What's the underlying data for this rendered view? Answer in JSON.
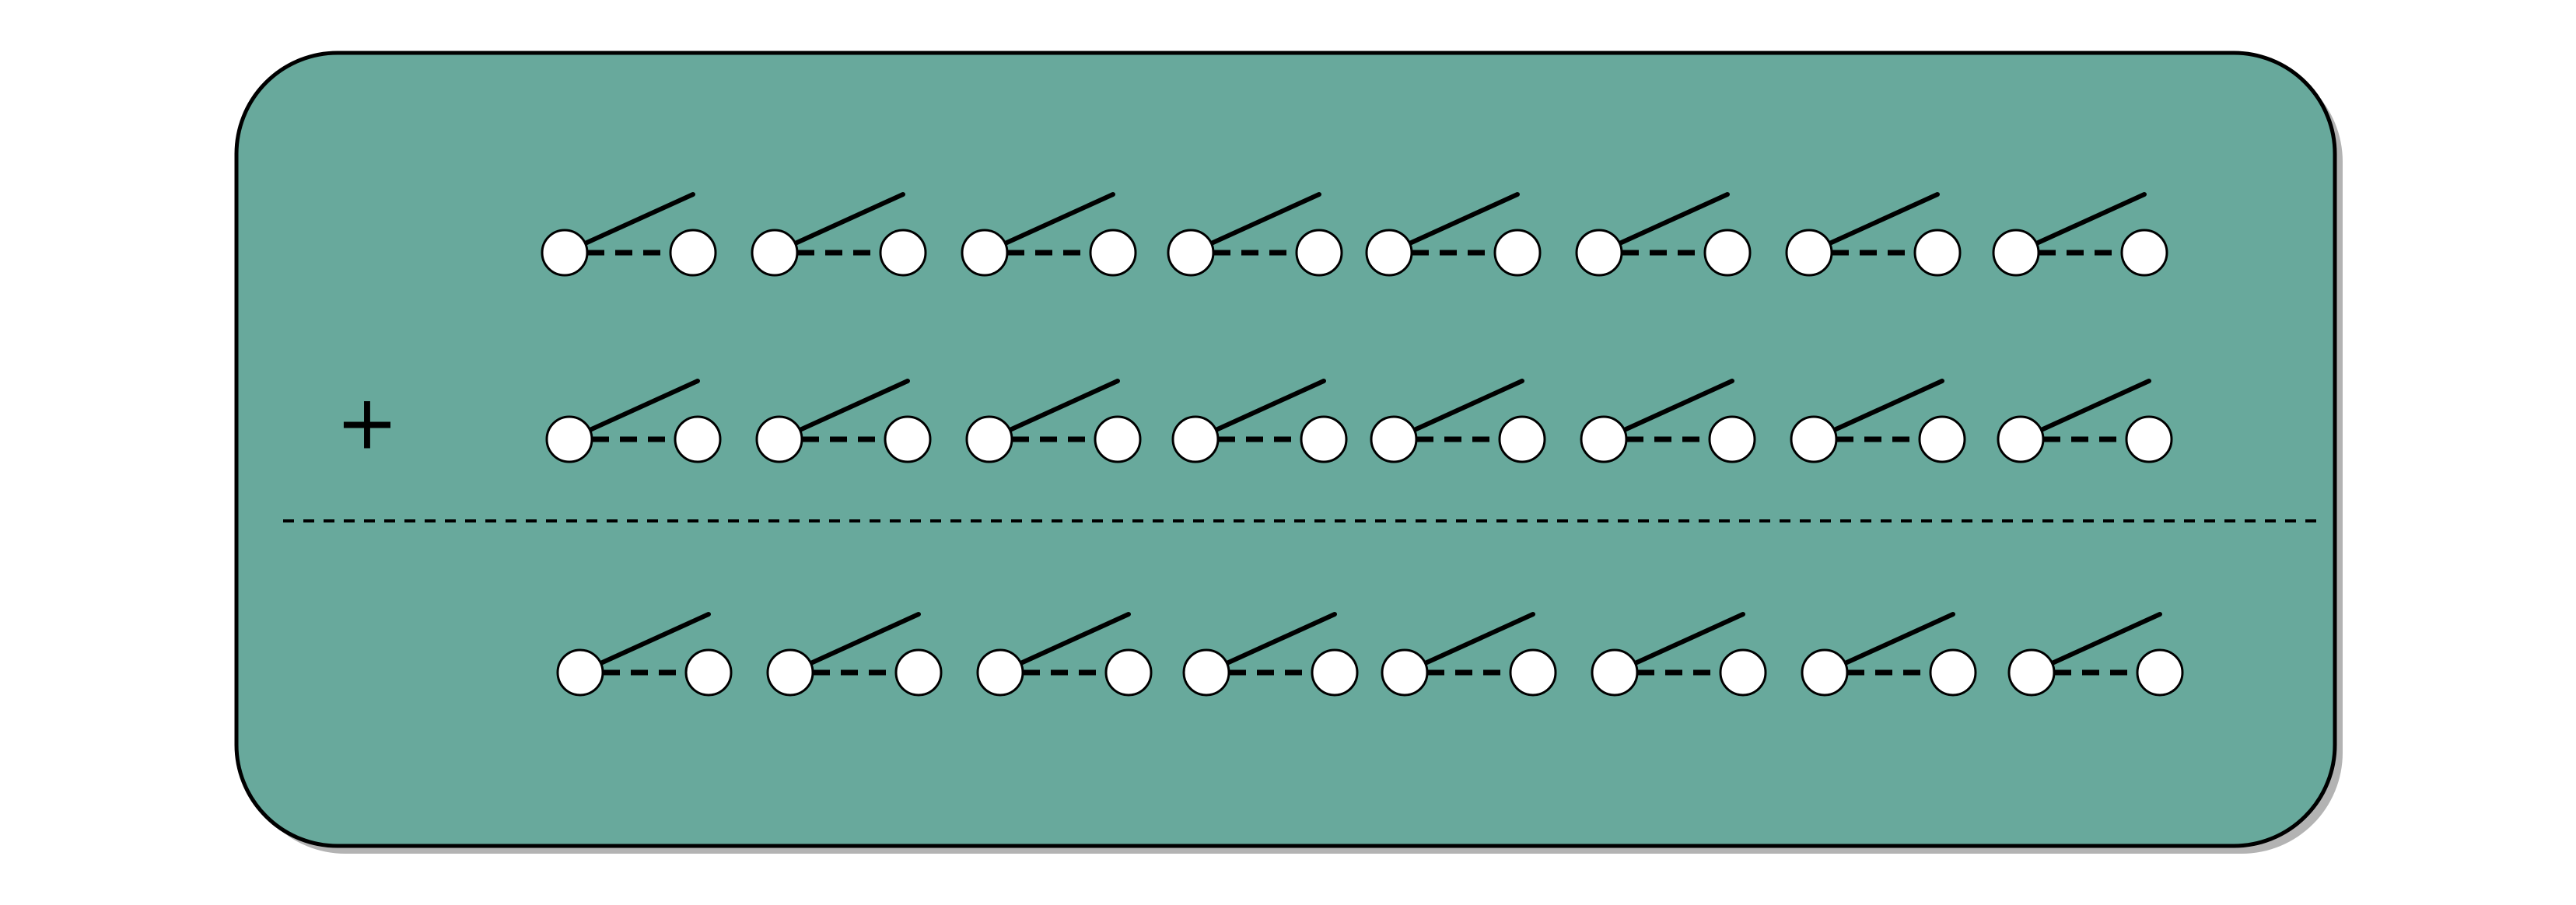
{
  "colors": {
    "panel_fill": "#68a99c",
    "panel_stroke": "#000000",
    "panel_shadow": "#b3b3b3",
    "node_fill": "#ffffff",
    "line_color": "#000000"
  },
  "diagram": {
    "operator_symbol": "+",
    "rows": [
      {
        "role": "addend-1",
        "switch_count": 8,
        "switch_state": "open"
      },
      {
        "role": "addend-2",
        "switch_count": 8,
        "switch_state": "open"
      },
      {
        "role": "sum",
        "switch_count": 8,
        "switch_state": "open"
      }
    ],
    "separator_style": "dashed"
  },
  "icons": {
    "switch": "open-switch-icon",
    "separator": "dashed-line",
    "operator": "plus-sign"
  }
}
